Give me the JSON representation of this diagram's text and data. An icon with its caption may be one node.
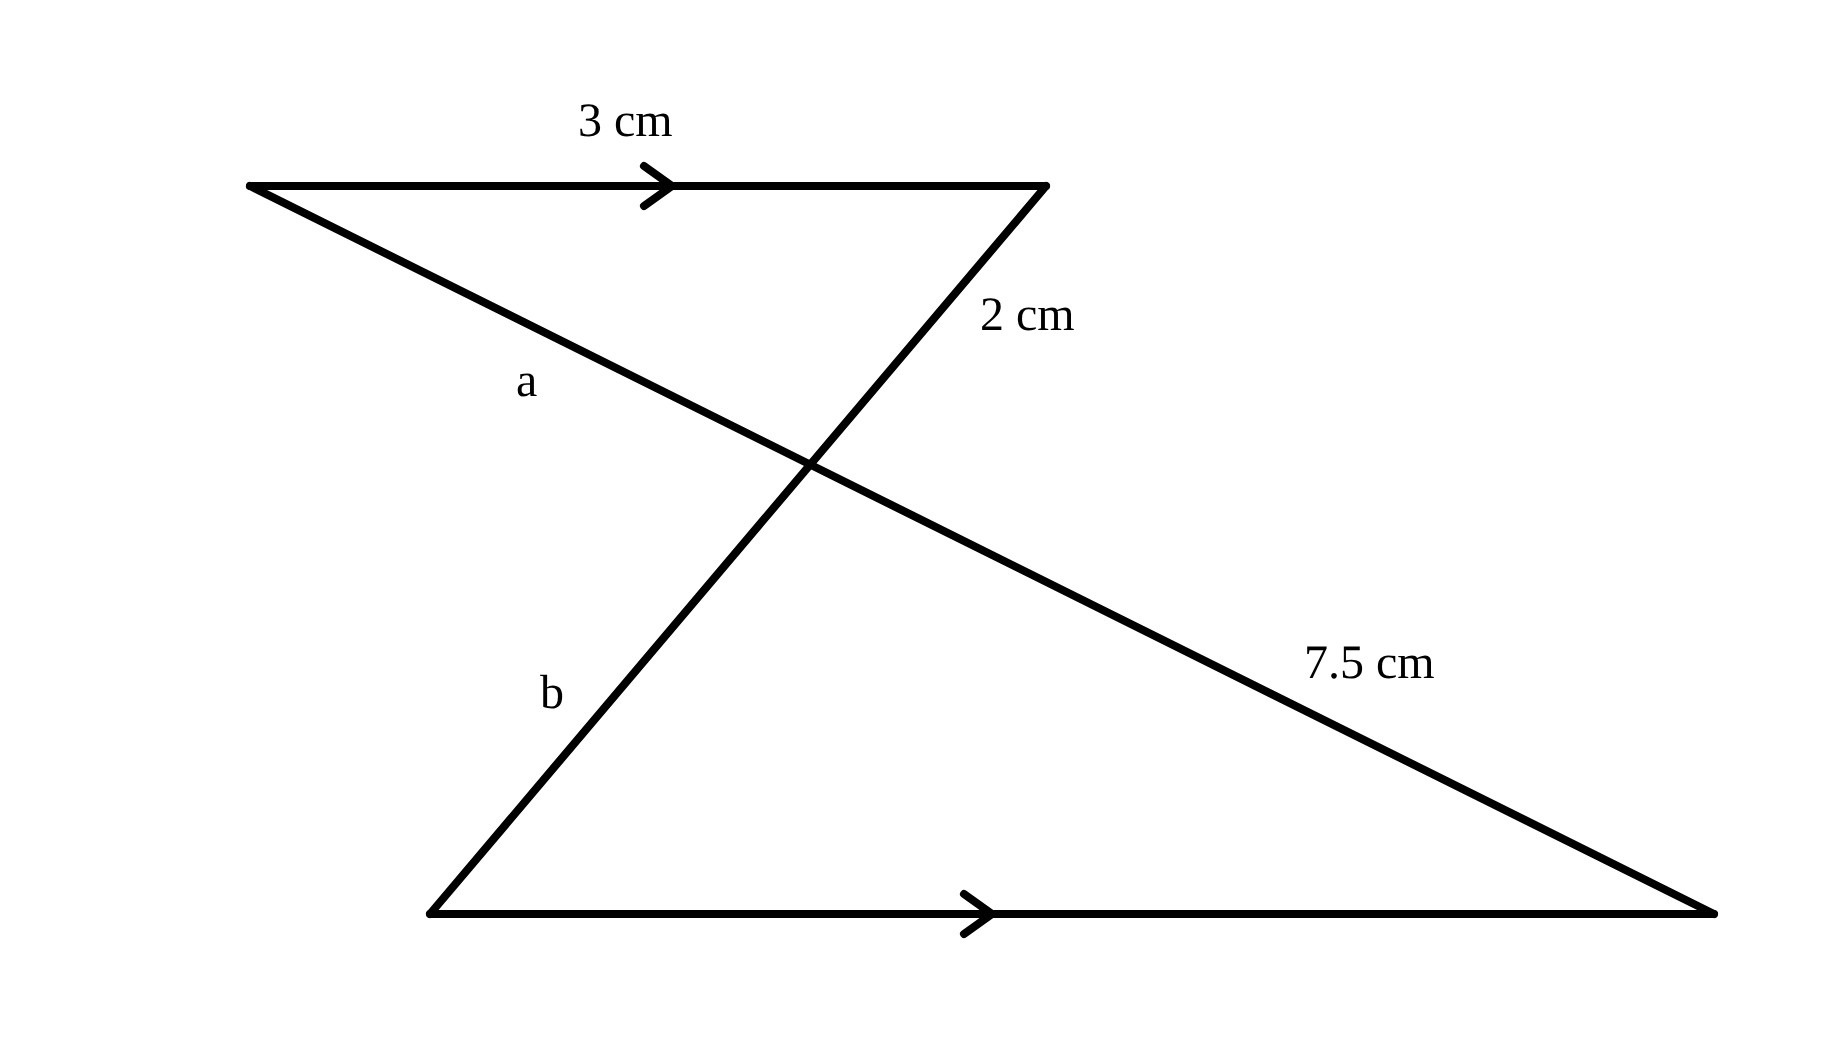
{
  "diagram": {
    "labels": [
      "3 cm",
      "2 cm",
      "a",
      "b",
      "7.5 cm"
    ]
  }
}
